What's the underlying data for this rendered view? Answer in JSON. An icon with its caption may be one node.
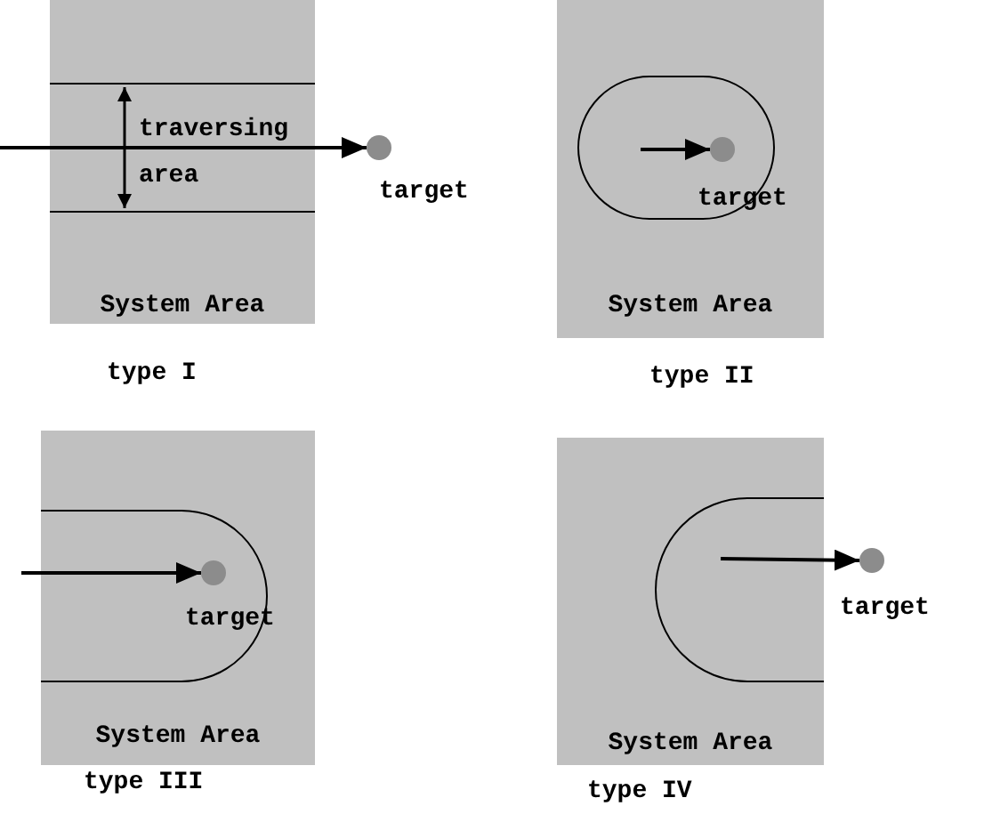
{
  "diagram": {
    "nodes": [
      {
        "text": [
          "System Area"
        ],
        "beside": [
          "type I"
        ]
      },
      {
        "text": [],
        "shape": "circle",
        "beside": [
          "target"
        ]
      },
      {
        "text": [
          "System Area"
        ],
        "beside": [
          "type II"
        ]
      },
      {
        "text": [],
        "shape": "circle",
        "beside": [
          "target"
        ],
        "in": 2
      },
      {
        "text": [
          "System Area"
        ],
        "beside": [
          "type III"
        ]
      },
      {
        "text": [],
        "shape": "circle",
        "beside": [
          "target"
        ],
        "in": 4
      },
      {
        "text": [
          "System Area"
        ],
        "beside": [
          "type IV"
        ]
      },
      {
        "text": [],
        "shape": "circle",
        "beside": [
          "target"
        ]
      }
    ],
    "edges": [
      {
        "from": null,
        "to": 1,
        "arrow": "to"
      },
      {
        "from": null,
        "to": 3,
        "arrow": "to"
      },
      {
        "from": null,
        "to": 5,
        "arrow": "to"
      },
      {
        "from": 6,
        "to": 7,
        "arrow": "to"
      }
    ],
    "labels": [
      "traversing area"
    ]
  }
}
